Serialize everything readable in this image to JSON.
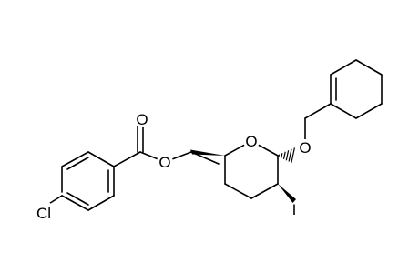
{
  "diagram": {
    "type": "chemical-structure",
    "atom_labels": {
      "chlorine": "Cl",
      "carbonyl_oxygen": "O",
      "ester_oxygen": "O",
      "ring_oxygen": "O",
      "ether_oxygen": "O",
      "iodine": "I"
    }
  }
}
